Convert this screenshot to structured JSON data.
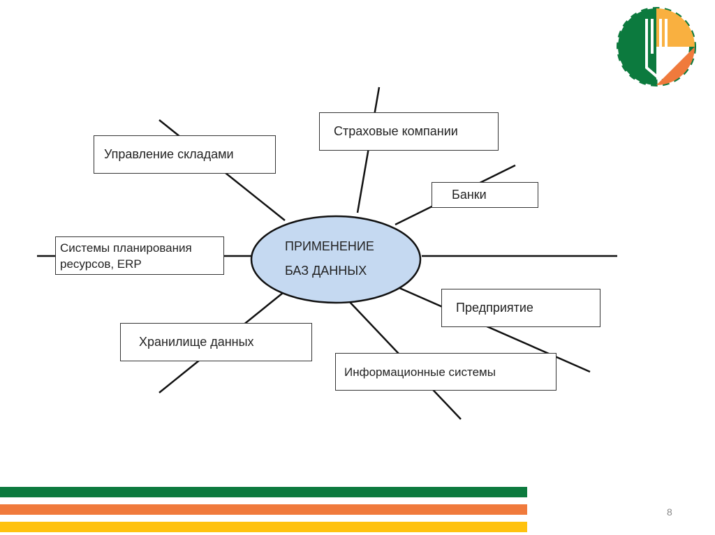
{
  "center": {
    "line1": "ПРИМЕНЕНИЕ",
    "line2": "БАЗ ДАННЫХ"
  },
  "nodes": {
    "insurance": "Страховые компании",
    "warehouse": "Управление складами",
    "banks": "Банки",
    "erp_line1": "Системы планирования",
    "erp_line2": "ресурсов, ERP",
    "enterprise": "Предприятие",
    "datastore": "Хранилище данных",
    "infosys": "Информационные системы"
  },
  "page_number": "8",
  "colors": {
    "green": "#0c7a3e",
    "orange": "#f07a3c",
    "yellow": "#ffc20e",
    "ellipse": "#c5d9f1"
  }
}
